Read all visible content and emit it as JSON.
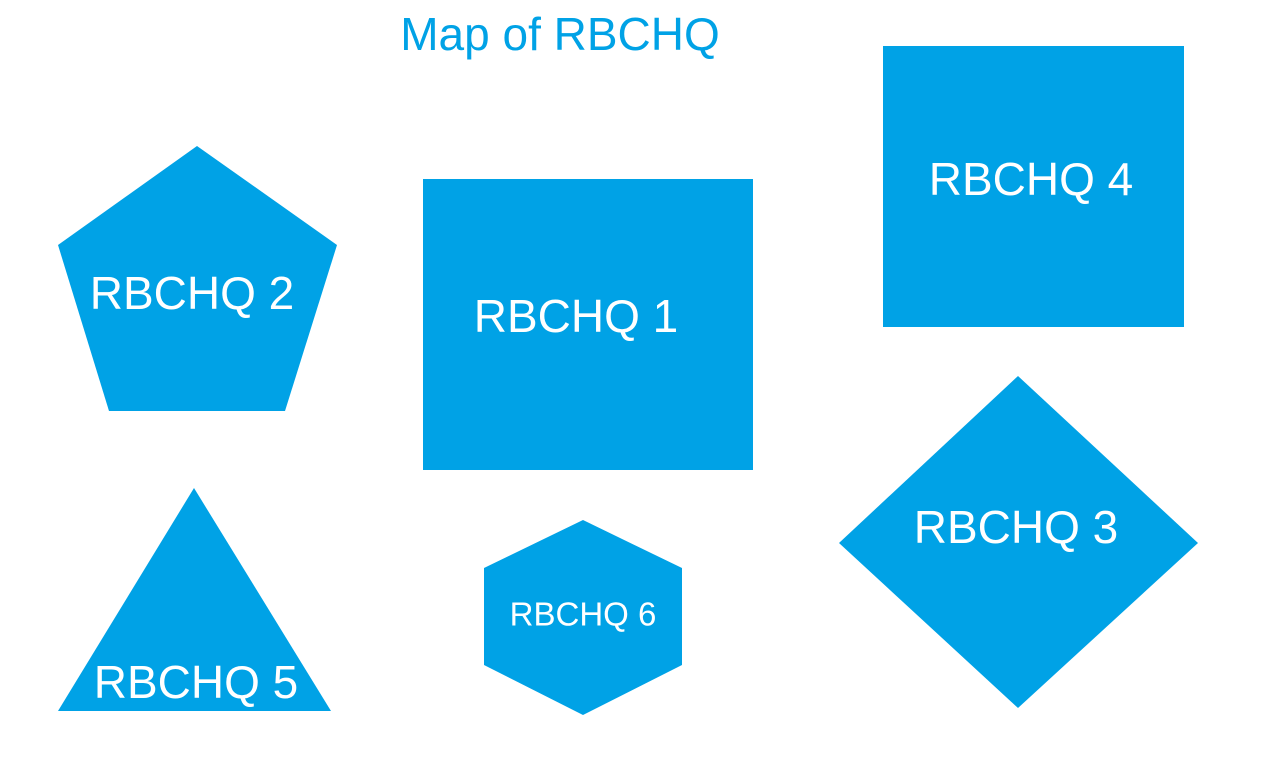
{
  "title": "Map of RBCHQ",
  "colors": {
    "shape_fill": "#00a2e6",
    "title": "#00a2e6",
    "label": "#ffffff"
  },
  "locations": [
    {
      "label": "RBCHQ 1",
      "shape": "rectangle"
    },
    {
      "label": "RBCHQ 2",
      "shape": "pentagon"
    },
    {
      "label": "RBCHQ 3",
      "shape": "diamond"
    },
    {
      "label": "RBCHQ 4",
      "shape": "square"
    },
    {
      "label": "RBCHQ 5",
      "shape": "triangle"
    },
    {
      "label": "RBCHQ 6",
      "shape": "hexagon"
    }
  ]
}
